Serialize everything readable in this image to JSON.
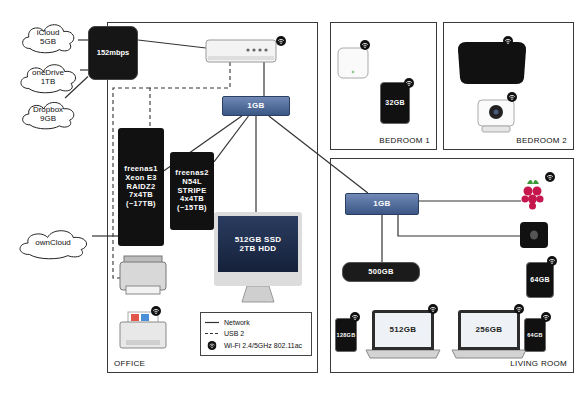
{
  "diagram": {
    "nodes": [
      {
        "text": [
          "iCloud 5GB"
        ]
      },
      {
        "text": [
          "152mbps"
        ]
      },
      {
        "text": [
          "OFFICE"
        ]
      },
      {
        "text": [
          "1GB"
        ],
        "in": 2
      },
      {
        "text": [
          "freenas1 Xeon E3 RAIDZ2 7x4TB (~17TB)"
        ],
        "in": 2
      },
      {
        "text": [
          "freenas2 N54L STRIPE 4x4TB (~15TB)"
        ],
        "in": 2
      },
      {
        "text": [
          "512GB SSD 2TB HDD"
        ],
        "in": 2
      },
      {
        "text": [
          "BEDROOM 1"
        ]
      },
      {
        "text": [
          "32GB"
        ],
        "in": 7
      },
      {
        "text": [
          "BEDROOM 2"
        ]
      },
      {
        "text": [
          "oneDrive 1TB"
        ]
      },
      {
        "text": [
          "Dropbox 9GB"
        ]
      },
      {
        "text": [
          "ownCloud"
        ]
      },
      {
        "text": [
          "LIVING ROOM"
        ]
      },
      {
        "text": [
          "1GB"
        ],
        "in": 13
      },
      {
        "text": [
          "500GB"
        ],
        "in": 13
      },
      {
        "text": [
          "64GB"
        ],
        "in": 13
      },
      {
        "text": [
          "128GB"
        ],
        "in": 13
      },
      {
        "text": [
          "512GB"
        ],
        "in": 13
      },
      {
        "text": [
          "256GB"
        ],
        "in": 13
      },
      {
        "text": [
          "64GB"
        ],
        "in": 13
      }
    ],
    "edges": [
      {
        "from": 0,
        "to": 1,
        "arrow": "none"
      },
      {
        "from": 10,
        "to": 1,
        "arrow": "none"
      },
      {
        "from": 11,
        "to": 1,
        "arrow": "none"
      },
      {
        "from": 12,
        "to": 4,
        "arrow": "none"
      },
      {
        "from": 3,
        "to": 4,
        "arrow": "none"
      },
      {
        "from": 3,
        "to": 5,
        "arrow": "none"
      },
      {
        "from": 3,
        "to": 6,
        "arrow": "none"
      },
      {
        "from": 3,
        "to": 14,
        "arrow": "none"
      },
      {
        "from": 14,
        "to": 15,
        "arrow": "none"
      }
    ],
    "legend": [
      {
        "text": "Network"
      },
      {
        "text": "USB 2"
      },
      {
        "text": "Wi-Fi 2.4/5GHz 802.11ac"
      }
    ]
  }
}
